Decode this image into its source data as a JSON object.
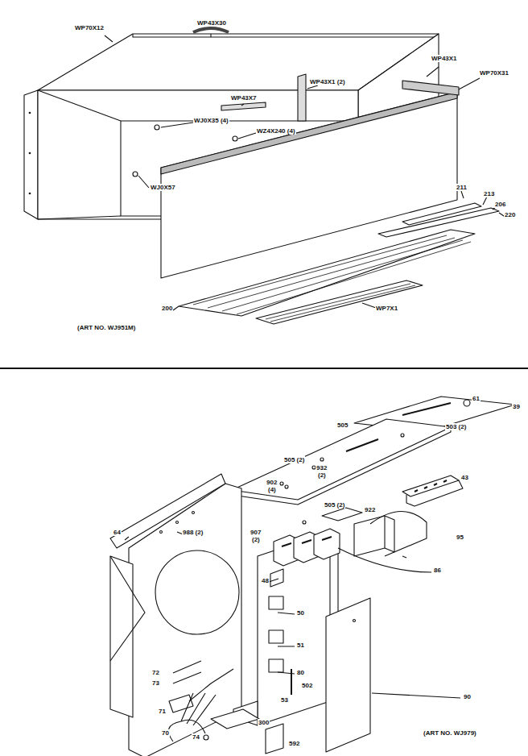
{
  "diagram": {
    "labels": [
      "WP70X12",
      "WP43X30",
      "WP43X1",
      "WP70X31",
      "WP43X1 (2)",
      "WP43X7",
      "WJ0X35 (4)",
      "WZ4X240 (4)",
      "WJ0X57",
      "211",
      "213",
      "206",
      "220",
      "200",
      "WP7X1",
      "(ART NO. WJ951M)",
      "61",
      "39",
      "505",
      "505 (2)",
      "503 (2)",
      "932",
      "(2)",
      "902",
      "(4)",
      "43",
      "505 (2)",
      "922",
      "95",
      "907",
      "(2)",
      "64",
      "988 (2)",
      "86",
      "48",
      "50",
      "51",
      "80",
      "502",
      "53",
      "90",
      "72",
      "73",
      "71",
      "70",
      "300",
      "74",
      "592",
      "(ART NO. WJ979)"
    ]
  }
}
